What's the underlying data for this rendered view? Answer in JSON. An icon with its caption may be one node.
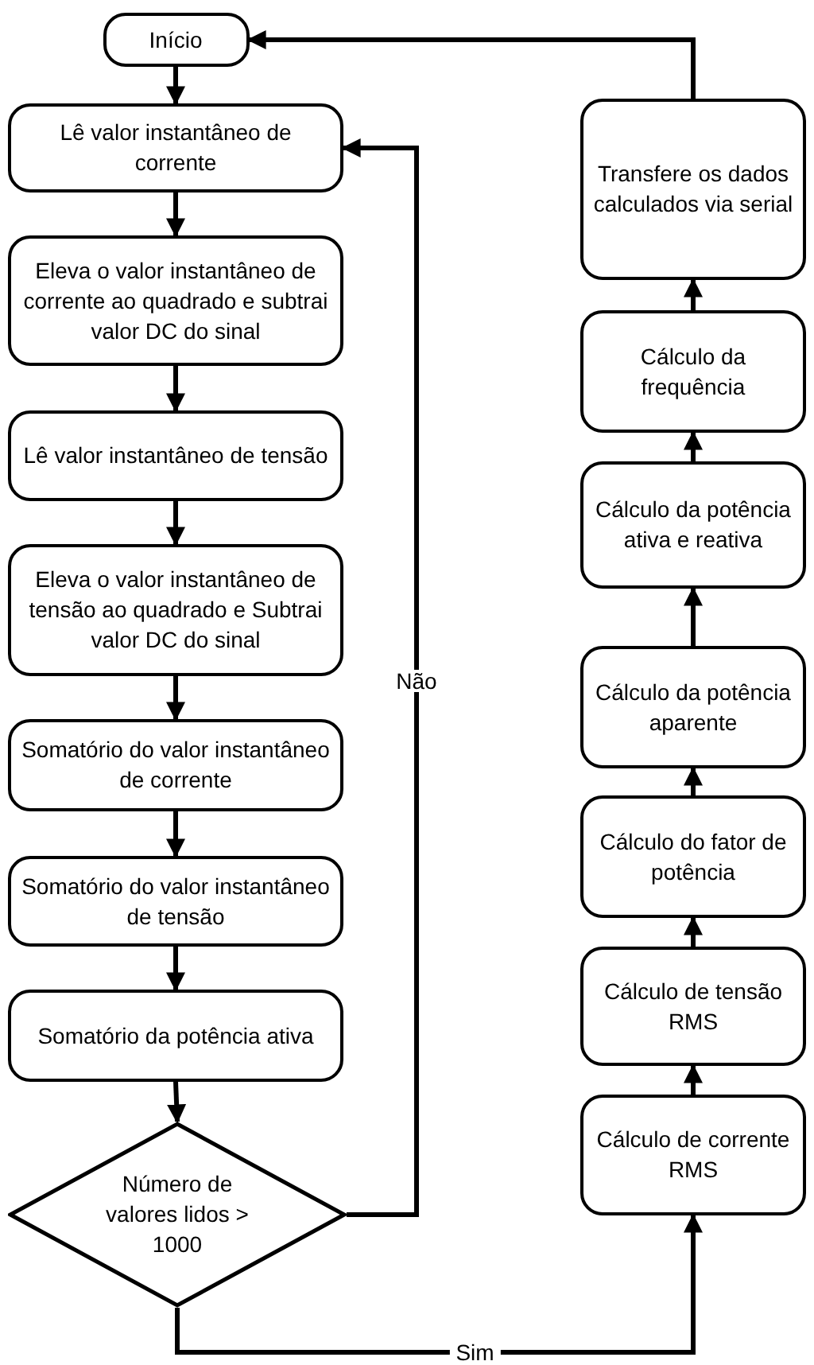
{
  "diagram": {
    "nodes": [
      {
        "text": [
          "Início"
        ]
      },
      {
        "text": [
          "Lê valor instantâneo de corrente"
        ]
      },
      {
        "text": [
          "Eleva o valor instantâneo de corrente ao quadrado e subtrai valor DC do sinal"
        ]
      },
      {
        "text": [
          "Lê valor instantâneo de tensão"
        ]
      },
      {
        "text": [
          "Eleva o valor instantâneo de tensão ao quadrado e Subtrai valor DC do sinal"
        ]
      },
      {
        "text": [
          "Somatório do valor instantâneo de corrente"
        ]
      },
      {
        "text": [
          "Somatório do valor instantâneo de tensão"
        ]
      },
      {
        "text": [
          "Somatório da potência ativa"
        ]
      },
      {
        "text": [
          "Número de valores lidos > 1000"
        ]
      },
      {
        "text": [
          "Cálculo de corrente RMS"
        ]
      },
      {
        "text": [
          "Cálculo de tensão RMS"
        ]
      },
      {
        "text": [
          "Cálculo do fator de potência"
        ]
      },
      {
        "text": [
          "Cálculo da potência aparente"
        ]
      },
      {
        "text": [
          "Cálculo da potência ativa e reativa"
        ]
      },
      {
        "text": [
          "Cálculo da frequência"
        ]
      },
      {
        "text": [
          "Transfere os dados calculados via serial"
        ]
      }
    ],
    "edges": [
      {
        "from": 0,
        "to": 1,
        "arrow": "to"
      },
      {
        "from": 1,
        "to": 2,
        "arrow": "to"
      },
      {
        "from": 2,
        "to": 3,
        "arrow": "to"
      },
      {
        "from": 3,
        "to": 4,
        "arrow": "to"
      },
      {
        "from": 4,
        "to": 5,
        "arrow": "to"
      },
      {
        "from": 5,
        "to": 6,
        "arrow": "to"
      },
      {
        "from": 6,
        "to": 7,
        "arrow": "to"
      },
      {
        "from": 7,
        "to": 8,
        "arrow": "to"
      },
      {
        "from": 8,
        "to": 1,
        "arrow": "to",
        "label": "Não"
      },
      {
        "from": 8,
        "to": 9,
        "arrow": "to",
        "label": "Sim"
      },
      {
        "from": 9,
        "to": 10,
        "arrow": "to"
      },
      {
        "from": 10,
        "to": 11,
        "arrow": "to"
      },
      {
        "from": 11,
        "to": 12,
        "arrow": "to"
      },
      {
        "from": 12,
        "to": 13,
        "arrow": "to"
      },
      {
        "from": 13,
        "to": 14,
        "arrow": "to"
      },
      {
        "from": 14,
        "to": 15,
        "arrow": "to"
      },
      {
        "from": 15,
        "to": 0,
        "arrow": "to"
      }
    ]
  }
}
